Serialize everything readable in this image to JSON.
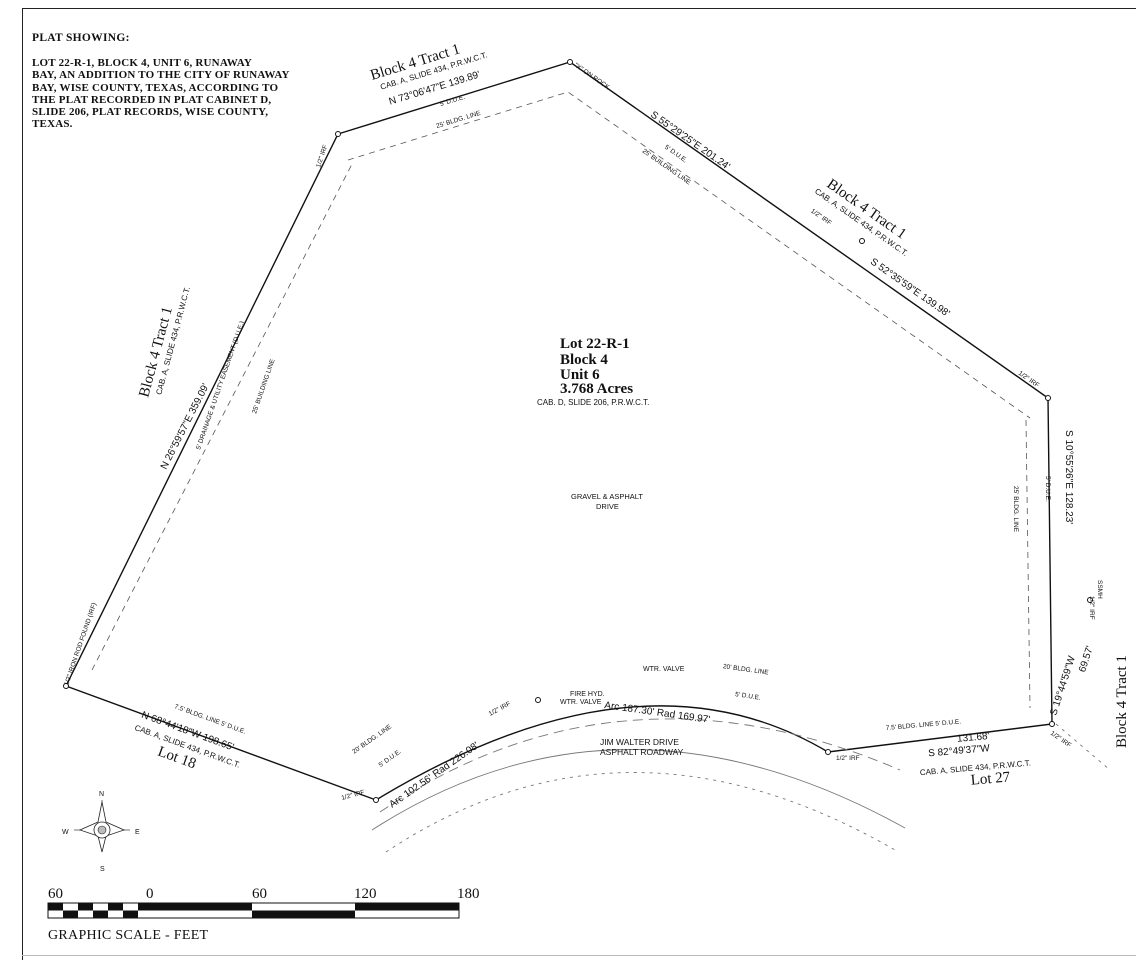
{
  "header": {
    "title": "PLAT SHOWING:",
    "description_lines": [
      "LOT 22-R-1, BLOCK 4, UNIT 6, RUNAWAY",
      "BAY, AN ADDITION TO THE CITY OF RUNAWAY",
      "BAY, WISE COUNTY, TEXAS, ACCORDING TO",
      "THE PLAT RECORDED IN PLAT CABINET D,",
      "SLIDE 206, PLAT RECORDS, WISE COUNTY,",
      "TEXAS."
    ]
  },
  "lot": {
    "line1": "Lot 22-R-1",
    "line2": "Block 4",
    "line3": "Unit 6",
    "area": "3.768 Acres",
    "record": "CAB. D, SLIDE 206, P.R.W.C.T."
  },
  "drive": {
    "line1": "GRAVEL & ASPHALT",
    "line2": "DRIVE"
  },
  "road": {
    "line1": "JIM WALTER DRIVE",
    "line2": "ASPHALT ROADWAY"
  },
  "utilities": {
    "fire_hyd": "FIRE HYD.",
    "wtr_valve_1": "WTR. VALVE",
    "wtr_valve_2": "WTR. VALVE"
  },
  "neighbors": {
    "top": {
      "name": "Block 4 Tract 1",
      "record": "CAB. A, SLIDE 434, P.R.W.C.T."
    },
    "upper_right": {
      "name": "Block 4 Tract 1",
      "record": "CAB. A, SLIDE 434, P.R.W.C.T."
    },
    "left": {
      "name": "Block 4 Tract 1",
      "record": "CAB. A, SLIDE 434, P.R.W.C.T."
    },
    "right": {
      "name": "Block 4 Tract 1"
    },
    "lot18": {
      "record": "CAB. A, SLIDE 434, P.R.W.C.T.",
      "name": "Lot 18"
    },
    "lot27": {
      "record": "CAB. A, SLIDE 434, P.R.W.C.T.",
      "name": "Lot 27"
    }
  },
  "bearings": {
    "top": "N 73°06'47\"E  139.89'",
    "upper_right": "S 55°29'25\"E  201.24'",
    "right_upper": "S 52°35'59\"E  139.98'",
    "right": "S 10°55'26\"E  128.23'",
    "right_lower": "S 19°44'59\"W",
    "right_lower_dist": "69.57'",
    "left": "N 26°59'57\"E  359.09'",
    "bottom_left": "N 68°44'18\"W  198.65'",
    "bottom_right": "S 82°49'37\"W",
    "bottom_right_dist": "131.68'",
    "arc_left": "Arc 102.56'  Rad 226.08'",
    "arc_right": "Arc 187.30'  Rad 169.97'"
  },
  "lines": {
    "due": "5' D.U.E.",
    "bldg_25_a": "25' BLDG. LINE",
    "bldg_25_b": "25' BUILDING LINE",
    "bldg_25_c": "25' BUILDING LINE",
    "bldg_25_d": "25' BLDG. LINE",
    "easement": "5' DRAINAGE & UTILITY EASEMENT (D.U.E.)",
    "bldg_20_a": "20' BLDG. LINE",
    "bldg_20_b": "20' BLDG. LINE",
    "bottom_left_lines": "7.5' BLDG. LINE  5' D.U.E.",
    "bottom_right_lines": "7.5' BLDG. LINE  5' D.U.E."
  },
  "monuments": {
    "irf": "1/2\" IRF",
    "iron_rod": "1/2\" IRON ROD FOUND (IRF)",
    "x_on_rock": "\"X\" ON ROCK",
    "ssmh": "SSMH"
  },
  "north_arrow": {
    "n": "N",
    "s": "S",
    "e": "E",
    "w": "W"
  },
  "scale": {
    "ticks": [
      "60",
      "0",
      "60",
      "120",
      "180"
    ],
    "caption": "GRAPHIC SCALE  -  FEET"
  },
  "colors": {
    "ink": "#111111",
    "paper": "#ffffff"
  }
}
